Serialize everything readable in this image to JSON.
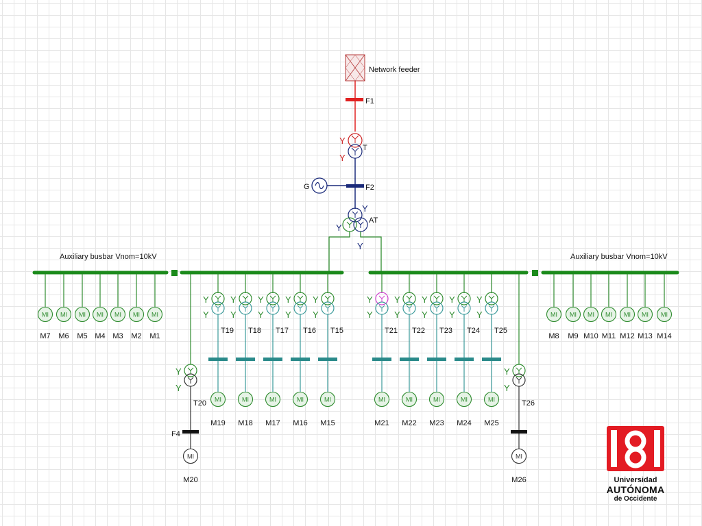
{
  "diagram": {
    "feeder_label": "Network feeder",
    "fuse_f1": "F1",
    "fuse_f2": "F2",
    "fuse_f4": "F4",
    "transformer_t": "T",
    "generator_label": "G",
    "autotransformer_label": "AT",
    "winding_symbol": "Y",
    "motor_symbol": "MI",
    "aux_busbar_left": "Auxiliary busbar Vnom=10kV",
    "aux_busbar_right": "Auxiliary busbar Vnom=10kV",
    "left_aux_motors": [
      "M7",
      "M6",
      "M5",
      "M4",
      "M3",
      "M2",
      "M1"
    ],
    "right_aux_motors": [
      "M8",
      "M9",
      "M10",
      "M11",
      "M12",
      "M13",
      "M14"
    ],
    "left_branches": [
      {
        "transformer": "T19",
        "motor": "M19"
      },
      {
        "transformer": "T18",
        "motor": "M18"
      },
      {
        "transformer": "T17",
        "motor": "M17"
      },
      {
        "transformer": "T16",
        "motor": "M16"
      },
      {
        "transformer": "T15",
        "motor": "M15"
      }
    ],
    "right_branches": [
      {
        "transformer": "T21",
        "motor": "M21",
        "highlighted": true
      },
      {
        "transformer": "T22",
        "motor": "M22"
      },
      {
        "transformer": "T23",
        "motor": "M23"
      },
      {
        "transformer": "T24",
        "motor": "M24"
      },
      {
        "transformer": "T25",
        "motor": "M25"
      }
    ],
    "transformer_t20": "T20",
    "motor_m20": "M20",
    "transformer_t26": "T26",
    "motor_m26": "M26"
  },
  "logo": {
    "line1": "Universidad",
    "line2": "AUTÓNOMA",
    "line3": "de Occidente"
  },
  "colors": {
    "busbar_green": "#1b8a1b",
    "element_green": "#2e8b2e",
    "motor_fill": "#e6f3e6",
    "teal_bus": "#2a8a8a",
    "teal_line": "#3a9a9a",
    "navy": "#1a2a7a",
    "red": "#e02020",
    "highlight": "#d040d0",
    "logo_red": "#e31b23"
  }
}
